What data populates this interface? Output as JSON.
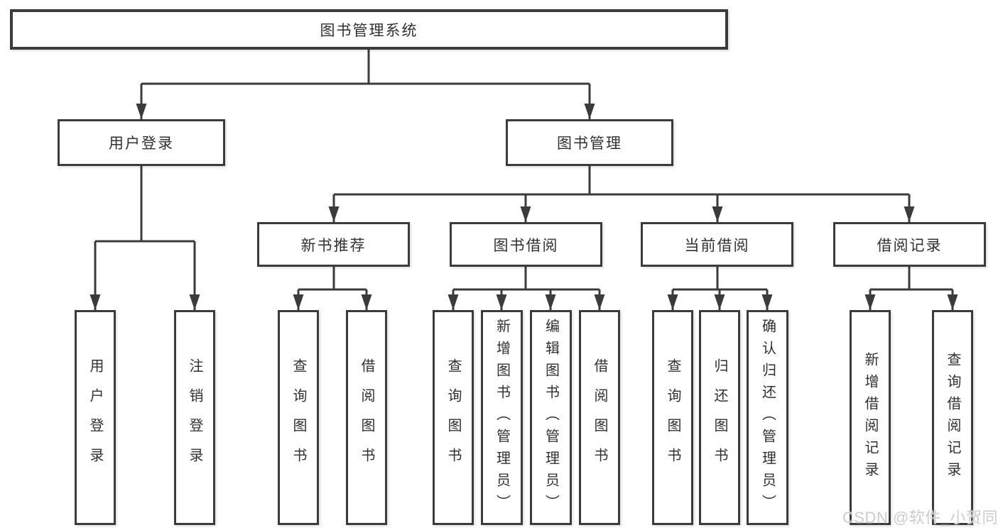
{
  "title": "图书管理系统",
  "level2": {
    "login": "用户登录",
    "management": "图书管理"
  },
  "level3": {
    "recommend": "新书推荐",
    "borrow": "图书借阅",
    "current": "当前借阅",
    "records": "借阅记录"
  },
  "leaves": {
    "login": [
      "用户登录",
      "注销登录"
    ],
    "recommend": [
      "查询图书",
      "借阅图书"
    ],
    "borrow": [
      "查询图书",
      "新增图书（管理员）",
      "编辑图书（管理员）",
      "借阅图书"
    ],
    "current": [
      "查询图书",
      "归还图书",
      "确认归还（管理员）"
    ],
    "records": [
      "新增借阅记录",
      "查询借阅记录"
    ]
  },
  "watermark": "CSDN @软件_小贺同学",
  "colors": {
    "line": "#3b3b3b",
    "text": "#303030",
    "watermark": "#cccccc",
    "background": "#ffffff"
  }
}
